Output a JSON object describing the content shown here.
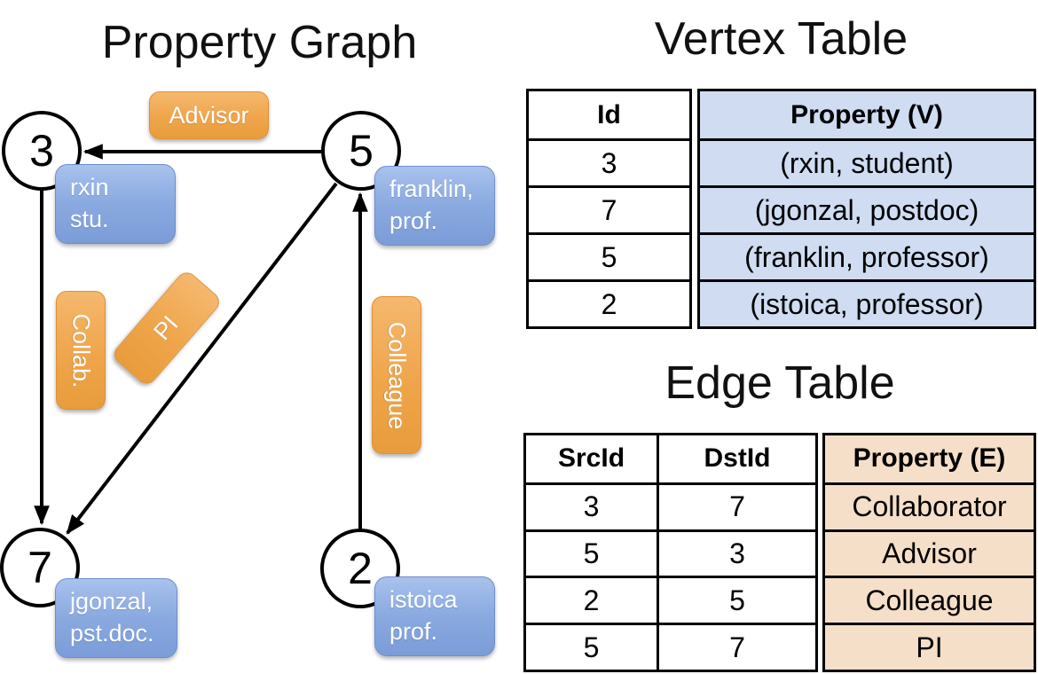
{
  "graph": {
    "title": "Property Graph",
    "nodes": [
      {
        "label": "3"
      },
      {
        "label": "5"
      },
      {
        "label": "7"
      },
      {
        "label": "2"
      }
    ],
    "properties": [
      {
        "text": "rxin\nstu."
      },
      {
        "text": "franklin,\nprof."
      },
      {
        "text": "jgonzal,\npst.doc."
      },
      {
        "text": "istoica\nprof."
      }
    ],
    "edge_labels": {
      "advisor": "Advisor",
      "collab": "Collab.",
      "pi": "PI",
      "colleague": "Colleague"
    }
  },
  "vertex_table": {
    "title": "Vertex Table",
    "columns": [
      "Id",
      "Property (V)"
    ],
    "rows": [
      [
        "3",
        "(rxin, student)"
      ],
      [
        "7",
        "(jgonzal, postdoc)"
      ],
      [
        "5",
        "(franklin, professor)"
      ],
      [
        "2",
        "(istoica, professor)"
      ]
    ]
  },
  "edge_table": {
    "title": "Edge Table",
    "columns": [
      "SrcId",
      "DstId",
      "Property (E)"
    ],
    "rows": [
      [
        "3",
        "7",
        "Collaborator"
      ],
      [
        "5",
        "3",
        "Advisor"
      ],
      [
        "2",
        "5",
        "Colleague"
      ],
      [
        "5",
        "7",
        "PI"
      ]
    ]
  },
  "colors": {
    "edge_label_orange": "#efa54b",
    "vertex_property_blue": "#8aa9e0",
    "vertex_table_fill": "#cfdcf2",
    "edge_table_fill": "#f5dfc8",
    "line_black": "#000000",
    "background": "#ffffff"
  }
}
